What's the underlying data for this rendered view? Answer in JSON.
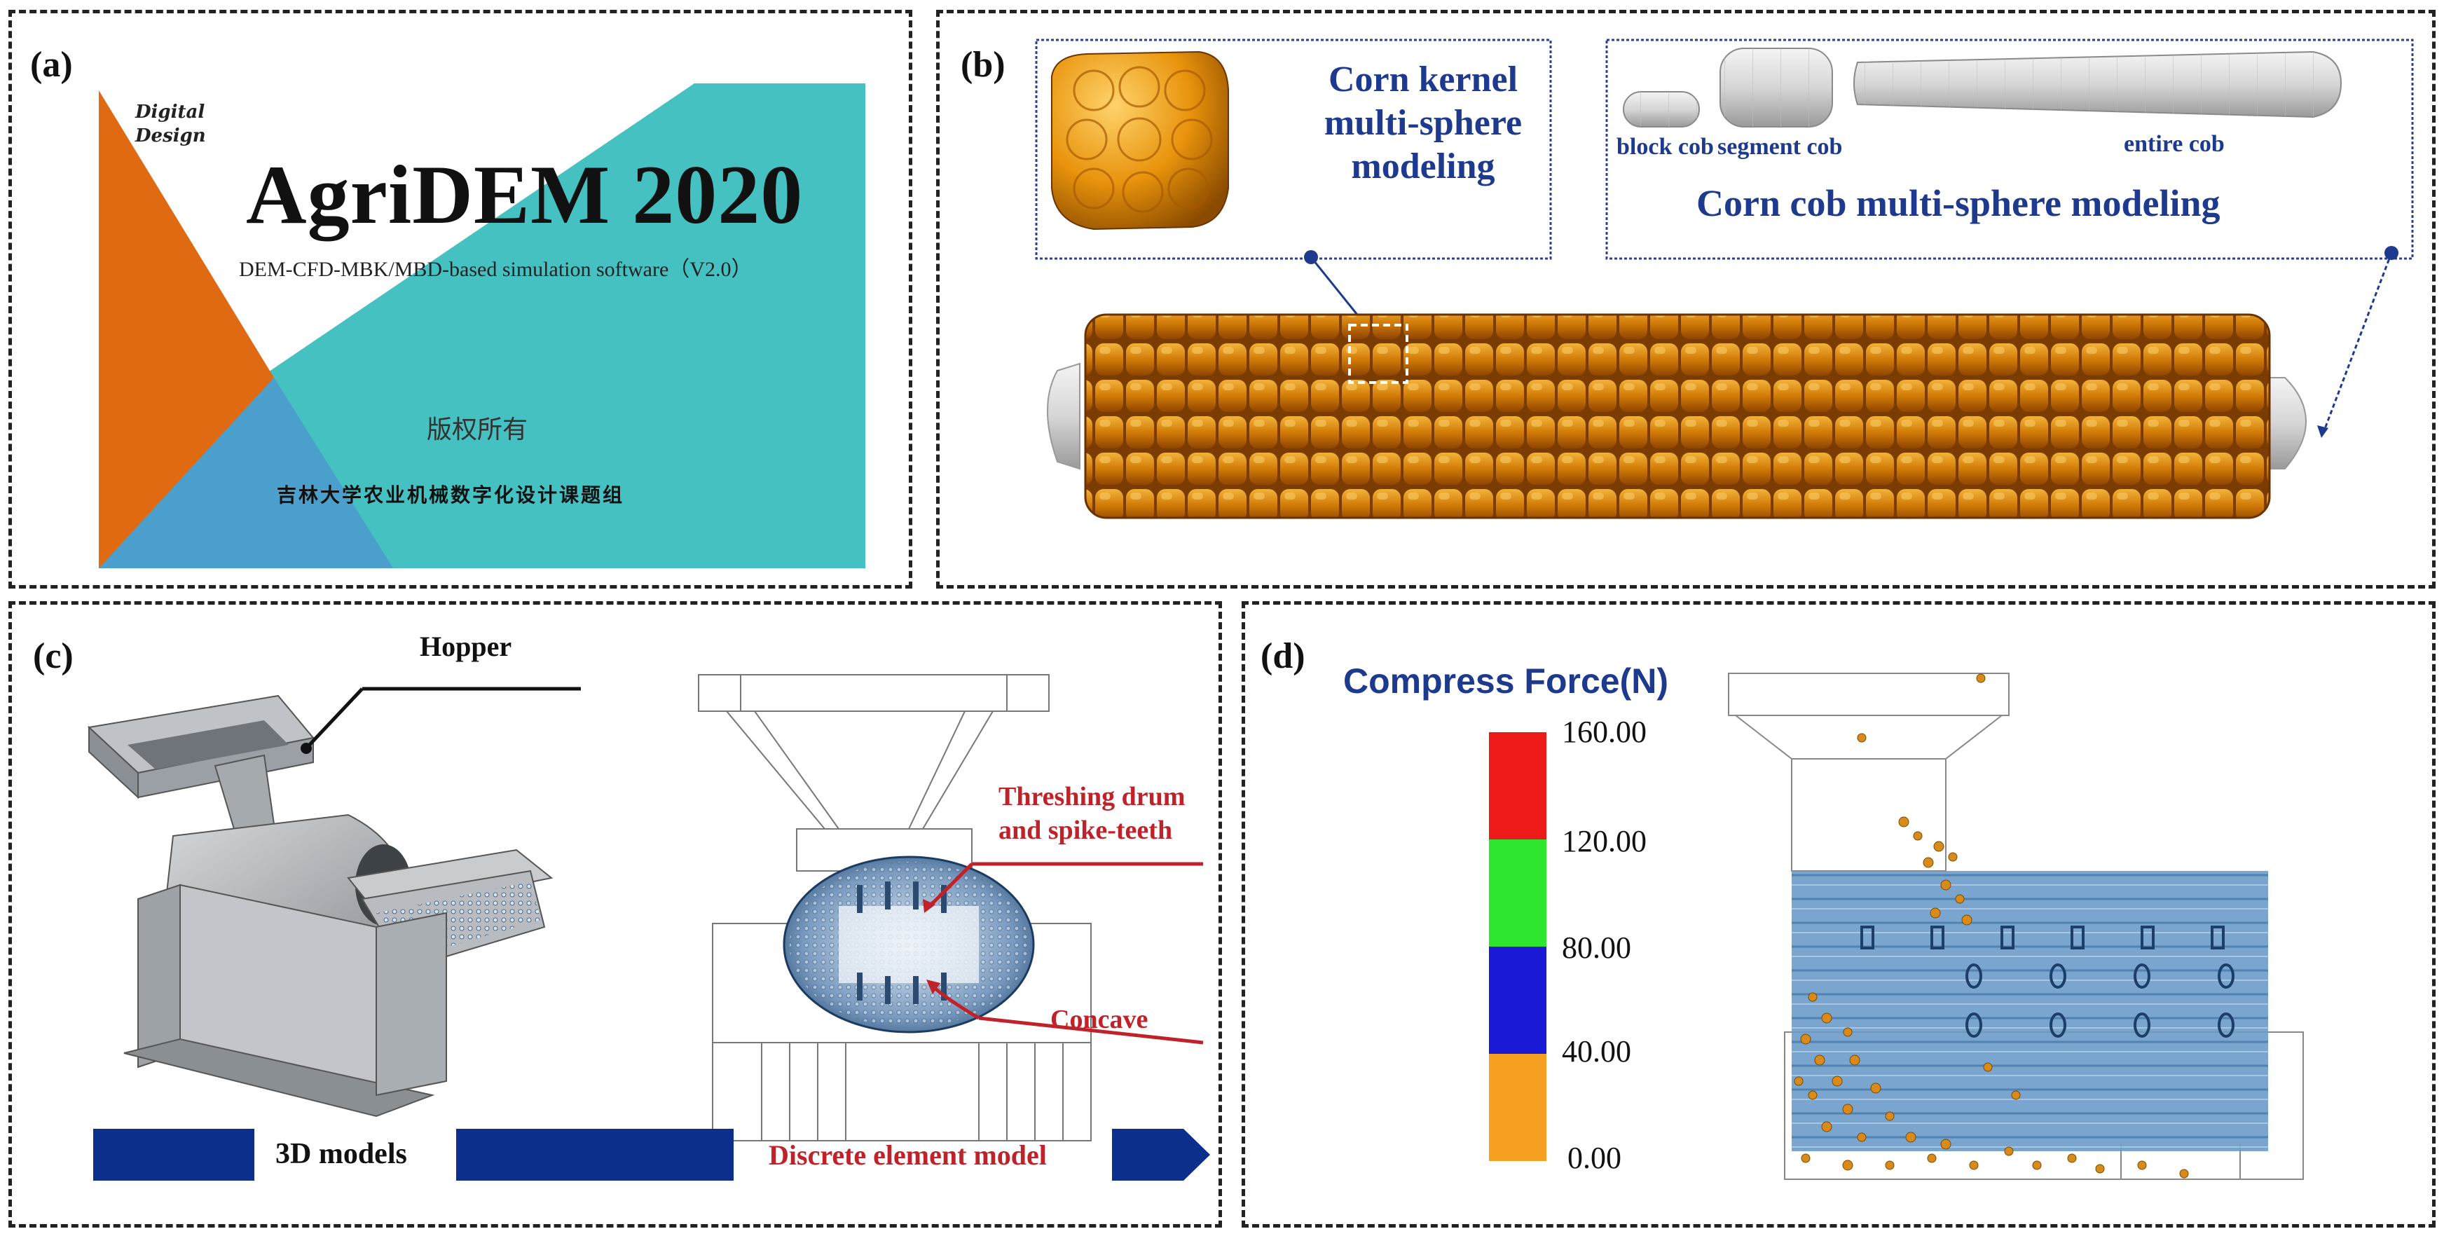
{
  "panels": {
    "a": {
      "label": "(a)",
      "splash": {
        "corner_text_1": "Digital",
        "corner_text_2": "Design",
        "title": "AgriDEM 2020",
        "subtitle": "DEM-CFD-MBK/MBD-based simulation software（V2.0）",
        "copyright": "版权所有",
        "group": "吉林大学农业机械数字化设计课题组"
      },
      "colors": {
        "teal": "#45c1c1",
        "orange": "#e06a12",
        "blue": "#4b9fcd"
      }
    },
    "b": {
      "label": "(b)",
      "kernel_box": {
        "line1": "Corn kernel",
        "line2": "multi-sphere",
        "line3": "modeling"
      },
      "cob_box": {
        "block": "block cob",
        "segment": "segment cob",
        "entire": "entire cob",
        "title": "Corn cob multi-sphere modeling"
      },
      "colors": {
        "kernel": "#e8930c",
        "cob": "#d8d8d8",
        "box_border": "#2b3f99",
        "title": "#1d3a8f"
      }
    },
    "c": {
      "label": "(c)",
      "hopper": "Hopper",
      "drum": "Threshing drum",
      "teeth": "and spike-teeth",
      "concave": "Concave",
      "arrow_left": "3D models",
      "arrow_right": "Discrete element model",
      "colors": {
        "arrow": "#0d2f8c",
        "annotation": "#c0222a"
      }
    },
    "d": {
      "label": "(d)",
      "legend_title": "Compress Force(N)",
      "legend_ticks": [
        "160.00",
        "120.00",
        "80.00",
        "40.00",
        "0.00"
      ],
      "legend_colors": [
        "#ee1a1a",
        "#2ee62e",
        "#1a1ad6",
        "#f5a020"
      ]
    }
  }
}
